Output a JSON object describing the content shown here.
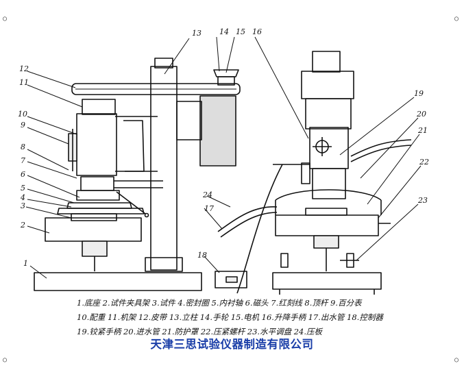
{
  "callouts": [
    "1",
    "2",
    "3",
    "4",
    "5",
    "6",
    "7",
    "8",
    "9",
    "10",
    "11",
    "12",
    "13",
    "14",
    "15",
    "16",
    "17",
    "18",
    "19",
    "20",
    "21",
    "22",
    "23",
    "24"
  ],
  "legend": {
    "line1": "1.底座  2.试件夹具架 3.试件 4.密封圈 5.内衬轴 6.磁头  7.红刻线 8.顶杆 9.百分表",
    "line2": "10.配重 11.机架    12.皮带   13.立柱  14.手轮  15.电机  16.升降手柄 17.出水管 18.控制器",
    "line3": "19.铰紧手柄 20.进水管 21.防护罩  22.压紧螺杆 23.水平调盘  24.压板"
  },
  "company": "天津三思试验仪器制造有限公司"
}
